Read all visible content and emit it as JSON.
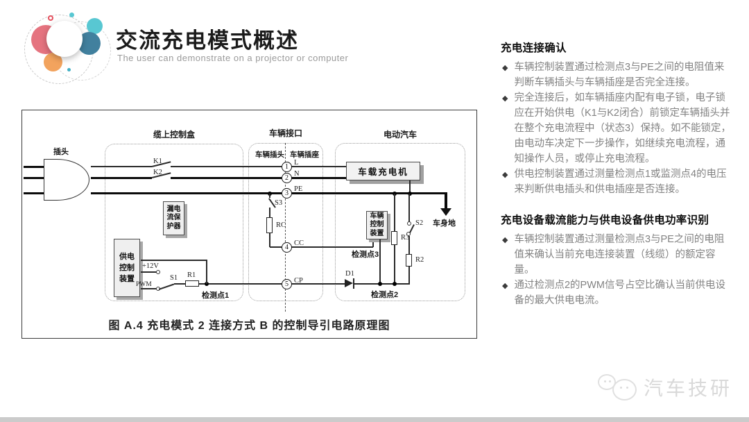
{
  "header": {
    "title": "交流充电模式概述",
    "subtitle": "The user can demonstrate on a projector or computer",
    "logo_colors": {
      "pink": "#e5737f",
      "teal_light": "#58c7d2",
      "teal_dark": "#41809e",
      "orange": "#f2a35e"
    }
  },
  "diagram": {
    "caption": "图 A.4  充电模式 2 连接方式 B 的控制导引电路原理图",
    "groups": {
      "cable": "缆上控制盒",
      "interface": "车辆接口",
      "ev": "电动汽车"
    },
    "labels": {
      "plug": "插头",
      "vehicle_plug": "车辆插头",
      "vehicle_socket": "车辆插座",
      "body_ground": "车身地"
    },
    "devices": {
      "charger": "车载充电机",
      "leakage": [
        "漏电",
        "流保",
        "护器"
      ],
      "supply": [
        "供电",
        "控制",
        "装置"
      ],
      "vcu": [
        "车辆",
        "控制",
        "装置"
      ]
    },
    "components": {
      "k1": "K1",
      "k2": "K2",
      "s1": "S1",
      "s2": "S2",
      "s3": "S3",
      "r1": "R1",
      "r2": "R2",
      "r3": "R3",
      "rc": "RC",
      "d1": "D1",
      "v12": "+12V",
      "pwm": "PWM"
    },
    "points": [
      {
        "num": "1",
        "name": "L"
      },
      {
        "num": "2",
        "name": "N"
      },
      {
        "num": "3",
        "name": "PE"
      },
      {
        "num": "4",
        "name": "CC"
      },
      {
        "num": "5",
        "name": "CP"
      }
    ],
    "detection": {
      "dp1": "检测点1",
      "dp2": "检测点2",
      "dp3": "检测点3"
    }
  },
  "panel": {
    "bullet_glyph": "◆",
    "sections": [
      {
        "heading": "充电连接确认",
        "bullets": [
          "车辆控制装置通过检测点3与PE之间的电阻值来判断车辆插头与车辆插座是否完全连接。",
          "完全连接后，如车辆插座内配有电子锁，电子锁应在开始供电（K1与K2闭合）前锁定车辆插头并在整个充电流程中（状态3）保持。如不能锁定，由电动车决定下一步操作，如继续充电流程，通知操作人员，或停止充电流程。",
          "供电控制装置通过测量检测点1或监测点4的电压来判断供电插头和供电插座是否连接。"
        ]
      },
      {
        "heading": "充电设备载流能力与供电设备供电功率识别",
        "bullets": [
          "车辆控制装置通过测量检测点3与PE之间的电阻值来确认当前充电连接装置（线缆）的额定容量。",
          "通过检测点2的PWM信号占空比确认当前供电设备的最大供电电流。"
        ]
      }
    ]
  },
  "watermark": {
    "text": "汽车技研"
  }
}
